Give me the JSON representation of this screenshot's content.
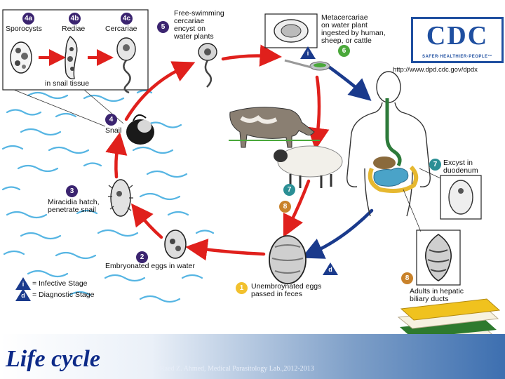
{
  "slide": {
    "title": "Life cycle",
    "credit": "Raed Z. Ahmed, Medical Parasitology Lab.,2012-2013"
  },
  "logo": {
    "main": "CDC",
    "sub": "SAFER·HEALTHIER·PEOPLE™",
    "url": "http://www.dpd.cdc.gov/dpdx"
  },
  "snail_box": {
    "stage_4a": {
      "badge": "4a",
      "label": "Sporocysts"
    },
    "stage_4b": {
      "badge": "4b",
      "label": "Rediae"
    },
    "stage_4c": {
      "badge": "4c",
      "label": "Cercariae"
    },
    "caption": "in snail tissue"
  },
  "stages": {
    "s5": {
      "badge": "5",
      "label_l1": "Free-swimming",
      "label_l2": "cercariae",
      "label_l3": "encyst on",
      "label_l4": "water plants"
    },
    "s6": {
      "badge": "6",
      "label_l1": "Metacercariae",
      "label_l2": "on water plant",
      "label_l3": "ingested by human,",
      "label_l4": "sheep, or cattle"
    },
    "si": {
      "badge": "i"
    },
    "s4": {
      "badge": "4",
      "label": "Snail"
    },
    "s3": {
      "badge": "3",
      "label_l1": "Miracidia hatch,",
      "label_l2": "penetrate snail"
    },
    "s2": {
      "badge": "2",
      "label": "Embryonated eggs in water"
    },
    "s1": {
      "badge": "1",
      "label_l1": "Unembroynated eggs",
      "label_l2": "passed in feces"
    },
    "sd": {
      "badge": "d"
    },
    "s7_animal": {
      "badge": "7"
    },
    "s8_animal": {
      "badge": "8"
    },
    "s7_human": {
      "badge": "7",
      "label_l1": "Excyst in",
      "label_l2": "duodenum"
    },
    "s8_human": {
      "badge": "8",
      "label_l1": "Adults in hepatic",
      "label_l2": "biliary ducts"
    }
  },
  "legend": {
    "infective": {
      "badge": "i",
      "label": "= Infective Stage"
    },
    "diagnostic": {
      "badge": "d",
      "label": "= Diagnostic Stage"
    }
  },
  "colors": {
    "cycle_arrow": "#e0201c",
    "human_arrow": "#1a3a8c",
    "badge_purple": "#3b2470",
    "badge_green": "#4aa83a",
    "badge_teal": "#2b8f95",
    "badge_orange": "#c9822a",
    "badge_yellow": "#f2c12e",
    "water": "#56b5e3",
    "title_blue": "#0d2a88"
  }
}
